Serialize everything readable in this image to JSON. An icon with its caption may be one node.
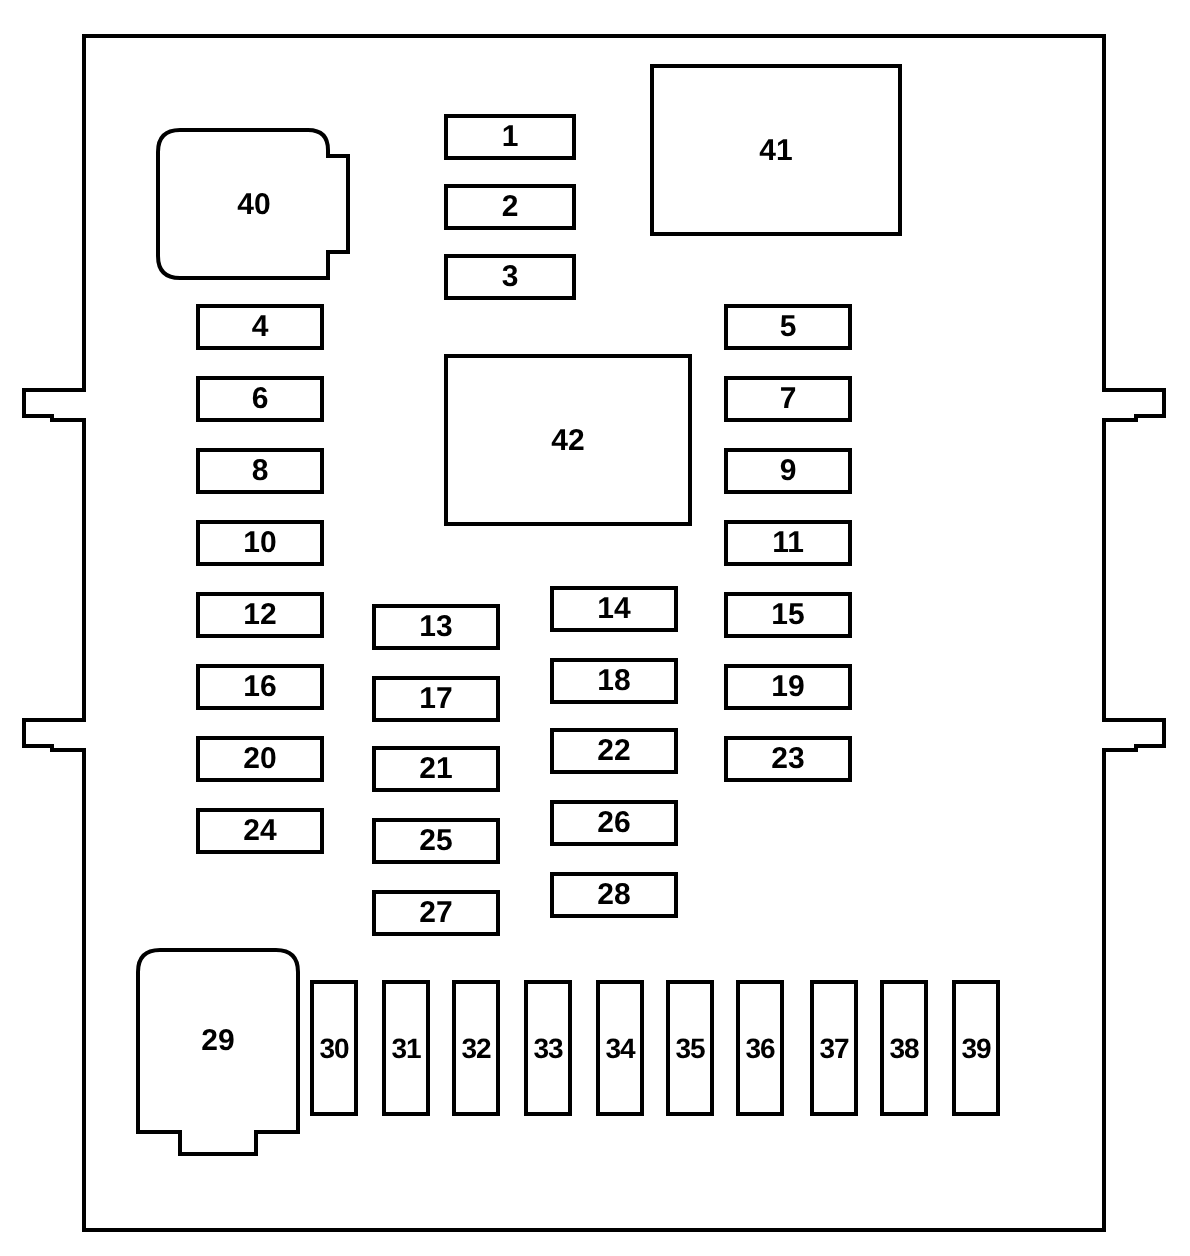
{
  "diagram": {
    "nodes": [
      {
        "text": [
          "1"
        ]
      },
      {
        "text": [
          "2"
        ]
      },
      {
        "text": [
          "3"
        ]
      },
      {
        "text": [
          "4"
        ]
      },
      {
        "text": [
          "5"
        ]
      },
      {
        "text": [
          "6"
        ]
      },
      {
        "text": [
          "7"
        ]
      },
      {
        "text": [
          "8"
        ]
      },
      {
        "text": [
          "9"
        ]
      },
      {
        "text": [
          "10"
        ]
      },
      {
        "text": [
          "11"
        ]
      },
      {
        "text": [
          "12"
        ]
      },
      {
        "text": [
          "13"
        ]
      },
      {
        "text": [
          "14"
        ]
      },
      {
        "text": [
          "15"
        ]
      },
      {
        "text": [
          "16"
        ]
      },
      {
        "text": [
          "17"
        ]
      },
      {
        "text": [
          "18"
        ]
      },
      {
        "text": [
          "19"
        ]
      },
      {
        "text": [
          "20"
        ]
      },
      {
        "text": [
          "21"
        ]
      },
      {
        "text": [
          "22"
        ]
      },
      {
        "text": [
          "23"
        ]
      },
      {
        "text": [
          "24"
        ]
      },
      {
        "text": [
          "25"
        ]
      },
      {
        "text": [
          "26"
        ]
      },
      {
        "text": [
          "27"
        ]
      },
      {
        "text": [
          "28"
        ]
      },
      {
        "text": [
          "29"
        ]
      },
      {
        "text": [
          "30"
        ]
      },
      {
        "text": [
          "31"
        ]
      },
      {
        "text": [
          "32"
        ]
      },
      {
        "text": [
          "33"
        ]
      },
      {
        "text": [
          "34"
        ]
      },
      {
        "text": [
          "35"
        ]
      },
      {
        "text": [
          "36"
        ]
      },
      {
        "text": [
          "37"
        ]
      },
      {
        "text": [
          "38"
        ]
      },
      {
        "text": [
          "39"
        ]
      },
      {
        "text": [
          "40"
        ]
      },
      {
        "text": [
          "41"
        ]
      },
      {
        "text": [
          "42"
        ]
      }
    ],
    "edges": []
  }
}
